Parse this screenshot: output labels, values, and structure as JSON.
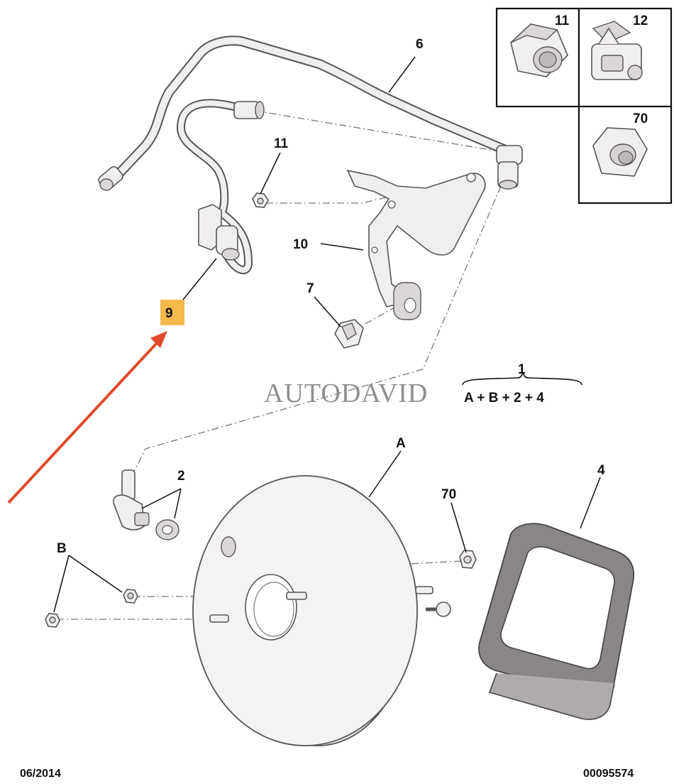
{
  "watermark": "AUTODAVID",
  "footer": {
    "date": "06/2014",
    "reference": "00095574"
  },
  "formula": {
    "label": "1",
    "expression": "A + B + 2 + 4"
  },
  "callouts": {
    "pipe_6": "6",
    "nut_11": "11",
    "bracket_10": "10",
    "clip_7": "7",
    "sensor_9": "9",
    "union_2": "2",
    "booster_a": "A",
    "nut_70": "70",
    "seal_4": "4",
    "bolts_b": "B"
  },
  "inset": {
    "nut_11": "11",
    "clip_12": "12",
    "nut_70": "70"
  },
  "colors": {
    "highlight": "#f5b84a",
    "arrow": "#e04a2a",
    "part_fill": "#f1eeee",
    "seal_fill": "#8a8686"
  }
}
